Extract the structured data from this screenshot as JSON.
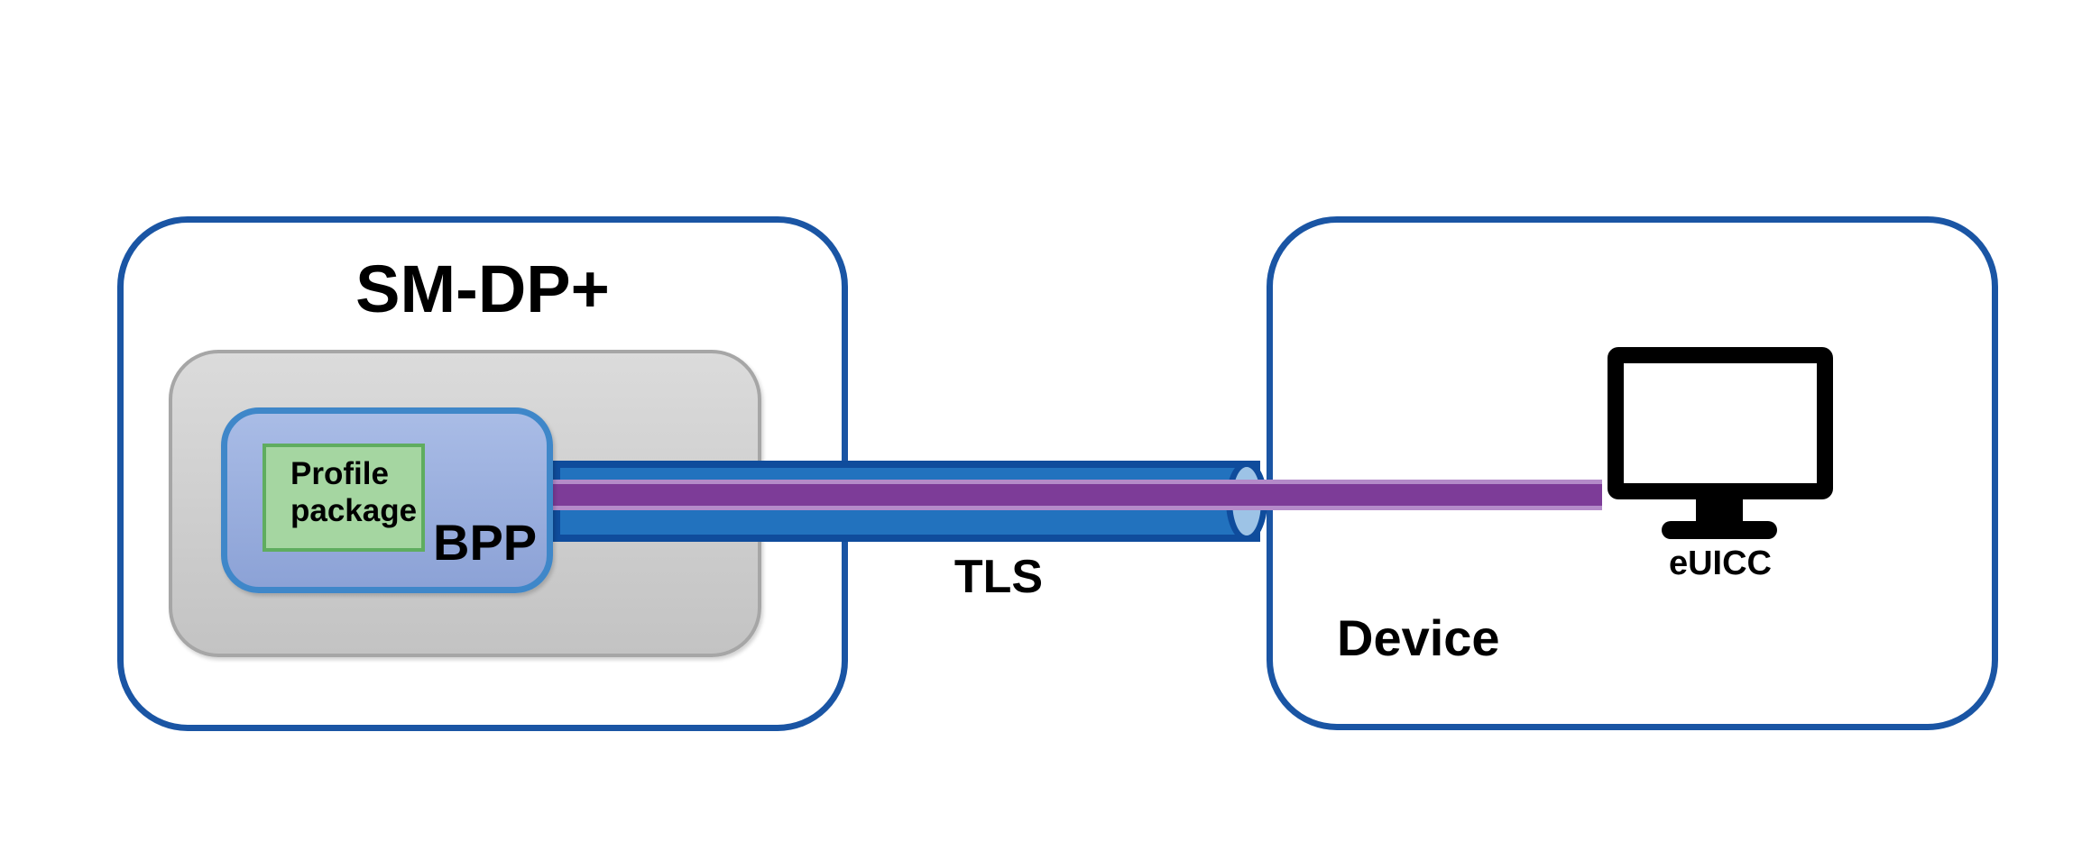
{
  "diagram": {
    "sm_dp": {
      "label": "SM-DP+"
    },
    "bpp": {
      "label": "BPP"
    },
    "profile_package": {
      "label": "Profile package"
    },
    "tls": {
      "label": "TLS"
    },
    "device": {
      "label": "Device"
    },
    "euicc": {
      "label": "eUICC"
    },
    "colors": {
      "background": "#FFFFFF",
      "text_color": "#000000",
      "box_border": "#1A55A4",
      "gray_fill_top": "#DBDBDB",
      "gray_fill_bottom": "#C3C3C3",
      "gray_border": "#A6A6A6",
      "bpp_fill_top": "#A9BCE6",
      "bpp_fill_bottom": "#8CA2D6",
      "bpp_border": "#3F87C9",
      "green_fill": "#A5D6A1",
      "green_border": "#5FAD5F",
      "tube_fill": "#2272BE",
      "tube_stroke": "#0F4C9C",
      "tube_cap_fill": "#9DC3E6",
      "purple_fill": "#7D3C98",
      "purple_edge": "#B48BC9",
      "icon_color": "#000000"
    }
  }
}
